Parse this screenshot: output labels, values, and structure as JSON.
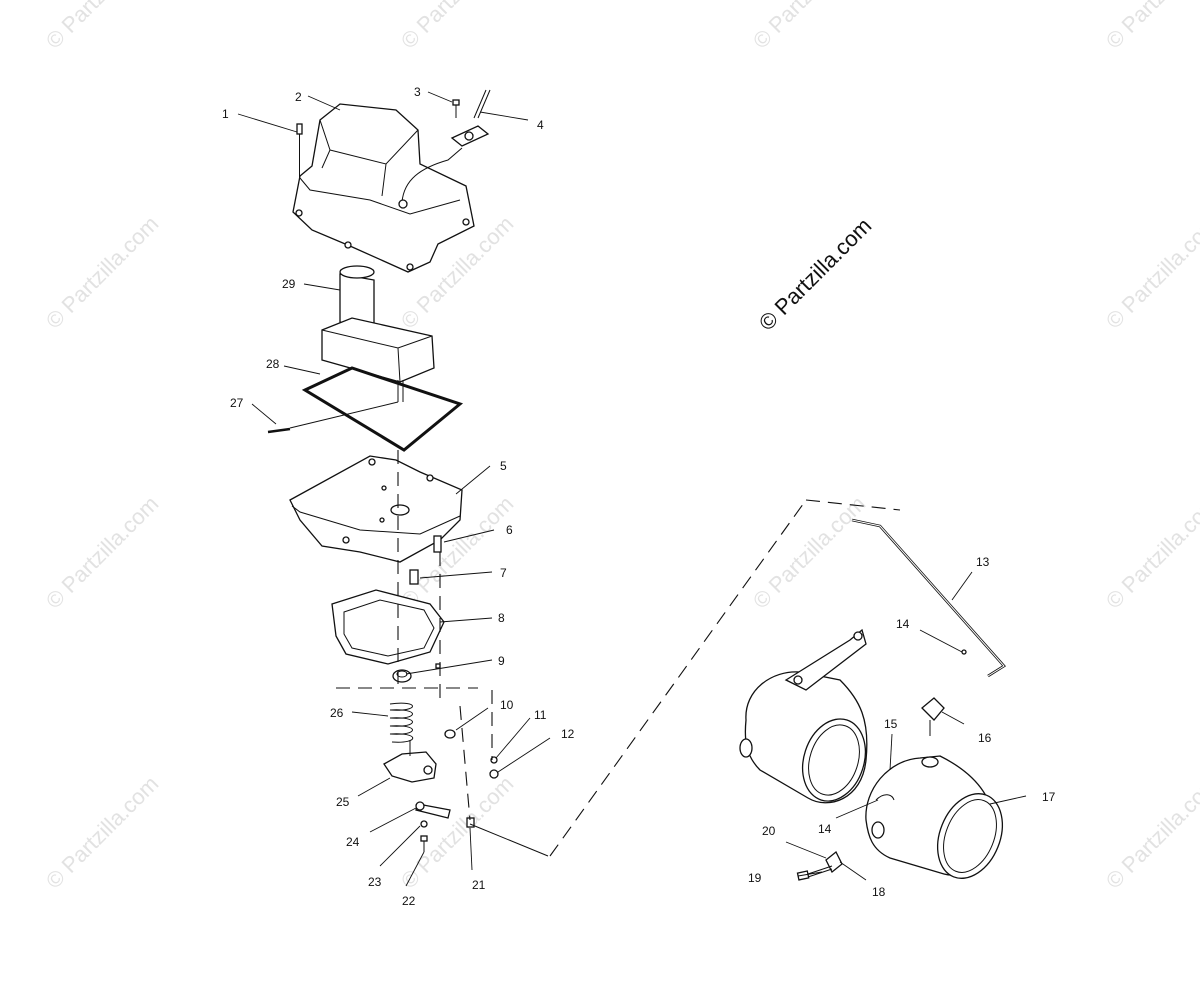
{
  "diagram": {
    "brand_text": "© Partzilla.com",
    "watermark_text": "© Partzilla.com",
    "callouts": {
      "c1": "1",
      "c2": "2",
      "c3": "3",
      "c4": "4",
      "c5": "5",
      "c6": "6",
      "c7": "7",
      "c8": "8",
      "c9": "9",
      "c10": "10",
      "c11": "11",
      "c12": "12",
      "c13": "13",
      "c14a": "14",
      "c14b": "14",
      "c15": "15",
      "c16": "16",
      "c17": "17",
      "c18": "18",
      "c19": "19",
      "c20": "20",
      "c21": "21",
      "c22": "22",
      "c23": "23",
      "c24": "24",
      "c25": "25",
      "c26": "26",
      "c27": "27",
      "c28": "28",
      "c29": "29"
    }
  }
}
